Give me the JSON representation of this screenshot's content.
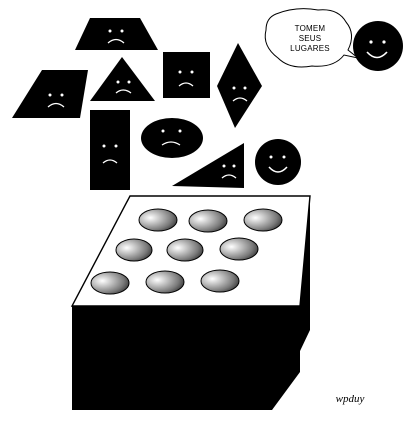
{
  "speech_bubble": {
    "lines": [
      "TOMEM",
      "SEUS",
      "LUGARES"
    ]
  },
  "signature": "wpduy",
  "colors": {
    "ink": "#000000",
    "paper": "#ffffff",
    "hole_light": "#bdbdbd",
    "hole_mid": "#8a8a8a",
    "hole_dark": "#2a2a2a"
  }
}
